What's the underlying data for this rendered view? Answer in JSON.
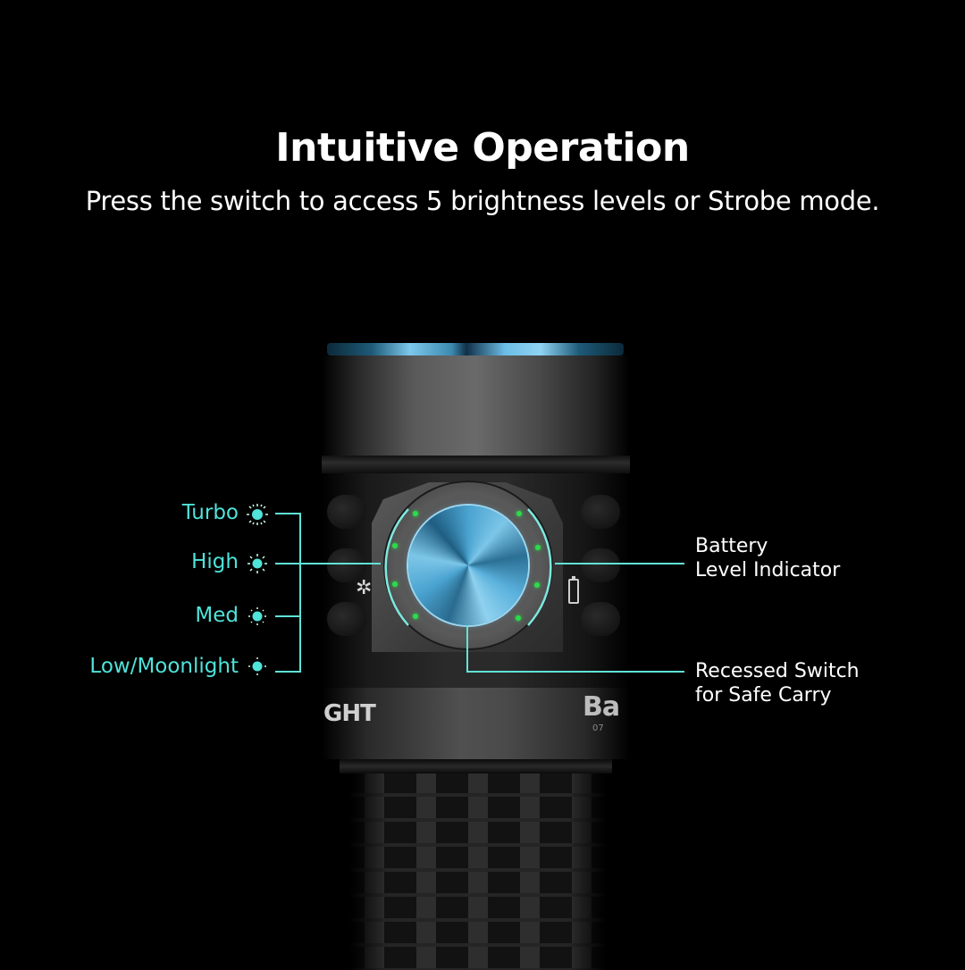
{
  "header": {
    "title": "Intuitive Operation",
    "subtitle": "Press the switch to access 5 brightness levels or Strobe mode."
  },
  "brightness_modes": [
    {
      "label": "Turbo",
      "icon": "sun-icon-large"
    },
    {
      "label": "High",
      "icon": "sun-icon"
    },
    {
      "label": "Med",
      "icon": "sun-icon"
    },
    {
      "label": "Low/Moonlight",
      "icon": "sun-icon-small"
    }
  ],
  "callouts": {
    "battery": {
      "line1": "Battery",
      "line2": "Level Indicator"
    },
    "switch": {
      "line1": "Recessed Switch",
      "line2": "for Safe Carry"
    }
  },
  "product_marks": {
    "left": "GHT",
    "right": "Ba",
    "right_small": "07"
  },
  "colors": {
    "accent": "#4fe3d9",
    "indicator_led": "#2bdc4a",
    "switch_blue": "#5ab1dc",
    "background": "#000000"
  }
}
